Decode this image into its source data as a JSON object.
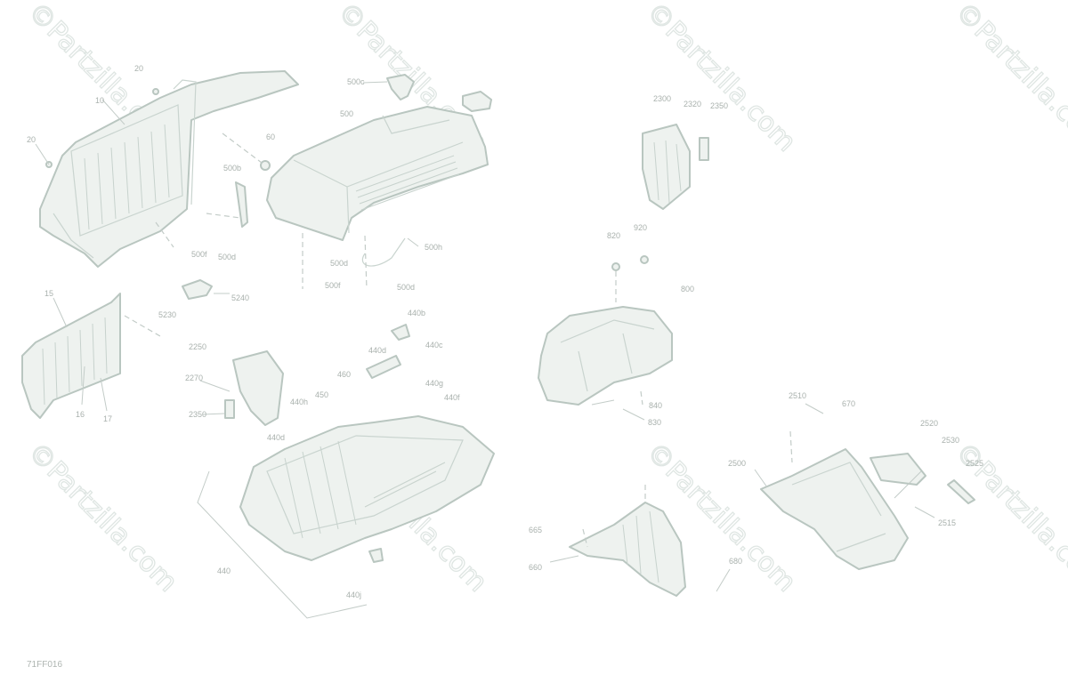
{
  "diagram": {
    "figure_code": "71FF016",
    "watermark": "©Partzilla.com",
    "callouts": {
      "c20a": "20",
      "c10": "10",
      "c20b": "20",
      "c60": "60",
      "c500c": "500c",
      "c500": "500",
      "c500b": "500b",
      "c500f_a": "500f",
      "c500d_a": "500d",
      "c500h": "500h",
      "c500d_b": "500d",
      "c500f_b": "500f",
      "c500d_c": "500d",
      "c15": "15",
      "c16": "16",
      "c17": "17",
      "c5230": "5230",
      "c5240": "5240",
      "c2250": "2250",
      "c2270": "2270",
      "c2350a": "2350",
      "c440b": "440b",
      "c440d_a": "440d",
      "c440c": "440c",
      "c460": "460",
      "c450": "450",
      "c440g": "440g",
      "c440f": "440f",
      "c440h": "440h",
      "c440d_b": "440d",
      "c440": "440",
      "c440j": "440j",
      "c2300": "2300",
      "c2320": "2320",
      "c2350b": "2350",
      "c820": "820",
      "c920": "920",
      "c800": "800",
      "c840": "840",
      "c830": "830",
      "c2510": "2510",
      "c670": "670",
      "c2520": "2520",
      "c2530": "2530",
      "c2525": "2525",
      "c2500": "2500",
      "c2515": "2515",
      "c665": "665",
      "c660": "660",
      "c680": "680"
    }
  }
}
